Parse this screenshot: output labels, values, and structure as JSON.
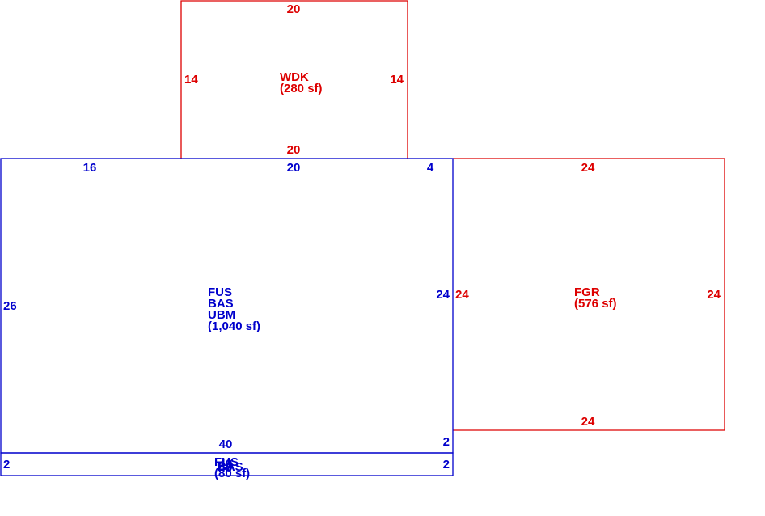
{
  "colors": {
    "blue": "#0000cc",
    "red": "#dd0000"
  },
  "areas": {
    "wdk": {
      "code": "WDK",
      "area": "(280 sf)",
      "top": "20",
      "bottom": "20",
      "left": "14",
      "right": "14"
    },
    "main": {
      "codes": [
        "FUS",
        "BAS",
        "UBM"
      ],
      "area": "(1,040 sf)",
      "top_left": "16",
      "top_mid": "20",
      "top_right": "4",
      "left": "26",
      "right": "24",
      "bottom": "40",
      "right_lower": "2"
    },
    "fgr": {
      "code": "FGR",
      "area": "(576 sf)",
      "top": "24",
      "bottom": "24",
      "left": "24",
      "right": "24"
    },
    "strip": {
      "codes": [
        "FUS",
        "BAS"
      ],
      "area": "(80 sf)",
      "overlap_dims": [
        "40",
        "40"
      ],
      "left": "2",
      "right": "2"
    }
  }
}
